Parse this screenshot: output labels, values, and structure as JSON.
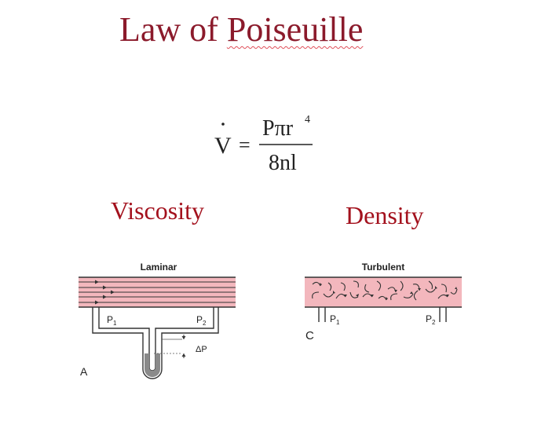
{
  "slide": {
    "title_prefix": "Law of ",
    "title_word": "Poiseuille"
  },
  "formula": {
    "lhs": "V",
    "equals": "=",
    "numerator_base": "Pπr",
    "numerator_exp": "4",
    "denominator": "8nl"
  },
  "labels": {
    "viscosity": "Viscosity",
    "density": "Density"
  },
  "laminar_panel": {
    "title": "Laminar",
    "p1": "P",
    "p1_sub": "1",
    "p2": "P",
    "p2_sub": "2",
    "delta": "ΔP",
    "panel_letter": "A"
  },
  "turbulent_panel": {
    "title": "Turbulent",
    "p1": "P",
    "p1_sub": "1",
    "p2": "P",
    "p2_sub": "2",
    "panel_letter": "C"
  },
  "colors": {
    "title": "#8b1a2b",
    "accent": "#a3111d",
    "tube_fill": "#f3b7bd"
  }
}
